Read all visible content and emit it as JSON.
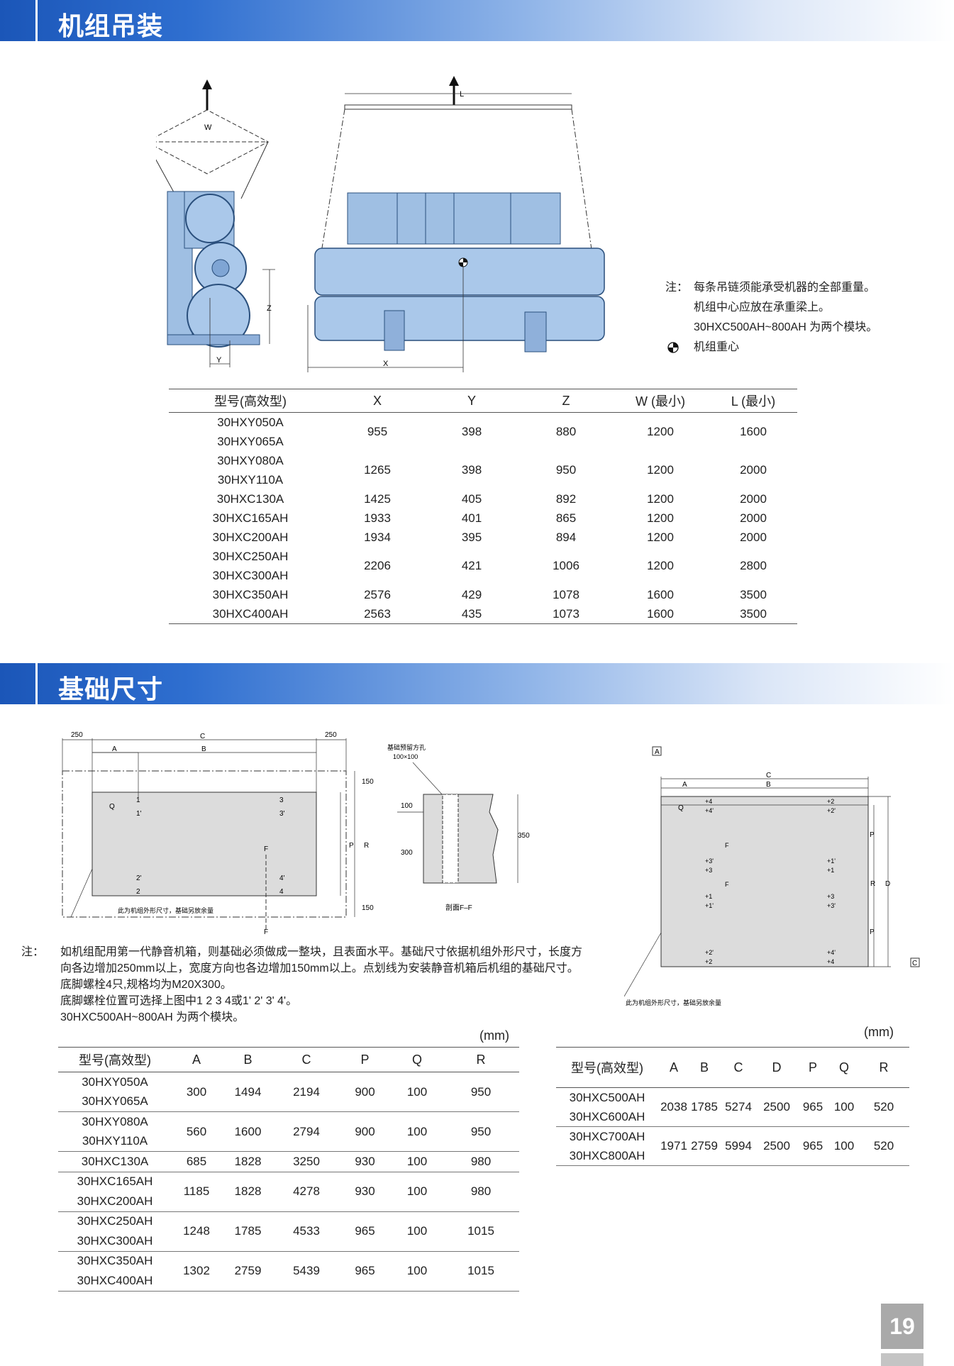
{
  "section1": {
    "title": "机组吊装"
  },
  "section2": {
    "title": "基础尺寸"
  },
  "lifting": {
    "note_label": "注：",
    "notes": [
      "每条吊链须能承受机器的全部重量。",
      "机组中心应放在承重梁上。",
      "30HXC500AH~800AH 为两个模块。"
    ],
    "cg_label": "机组重心",
    "dim_labels": {
      "w": "W",
      "l": "L",
      "x": "X",
      "y": "Y",
      "z": "Z"
    }
  },
  "lift_table": {
    "headers": [
      "型号(高效型)",
      "X",
      "Y",
      "Z",
      "W (最小)",
      "L (最小)"
    ],
    "groups": [
      {
        "models": [
          "30HXY050A",
          "30HXY065A"
        ],
        "values": [
          "955",
          "398",
          "880",
          "1200",
          "1600"
        ]
      },
      {
        "models": [
          "30HXY080A",
          "30HXY110A"
        ],
        "values": [
          "1265",
          "398",
          "950",
          "1200",
          "2000"
        ]
      },
      {
        "models": [
          "30HXC130A"
        ],
        "values": [
          "1425",
          "405",
          "892",
          "1200",
          "2000"
        ]
      },
      {
        "models": [
          "30HXC165AH"
        ],
        "values": [
          "1933",
          "401",
          "865",
          "1200",
          "2000"
        ]
      },
      {
        "models": [
          "30HXC200AH"
        ],
        "values": [
          "1934",
          "395",
          "894",
          "1200",
          "2000"
        ]
      },
      {
        "models": [
          "30HXC250AH",
          "30HXC300AH"
        ],
        "values": [
          "2206",
          "421",
          "1006",
          "1200",
          "2800"
        ]
      },
      {
        "models": [
          "30HXC350AH"
        ],
        "values": [
          "2576",
          "429",
          "1078",
          "1600",
          "3500"
        ]
      },
      {
        "models": [
          "30HXC400AH"
        ],
        "values": [
          "2563",
          "435",
          "1073",
          "1600",
          "3500"
        ]
      }
    ]
  },
  "foundation": {
    "d1": {
      "dim_250": "250",
      "dim_c": "C",
      "dim_a": "A",
      "dim_b": "B",
      "dim_150": "150",
      "p": "P",
      "r": "R",
      "q": "Q",
      "f": "F",
      "pts": [
        "1",
        "1'",
        "3",
        "3'",
        "2'",
        "2",
        "4'",
        "4"
      ],
      "caption": "此为机组外形尺寸，基础另放余量"
    },
    "d2": {
      "title1": "基础预留方孔",
      "title2": "100×100",
      "dim_100": "100",
      "dim_300": "300",
      "dim_350": "350",
      "caption": "剖面F–F"
    },
    "d3": {
      "box_a": "A",
      "box_c": "C",
      "c": "C",
      "a": "A",
      "b": "B",
      "q": "Q",
      "f": "F",
      "p": "P",
      "r": "R",
      "d": "D",
      "pts": [
        "+4",
        "+4'",
        "+2",
        "+2'",
        "+3'",
        "+3",
        "+1'",
        "+1",
        "+1",
        "+1'",
        "+3",
        "+3'",
        "+2'",
        "+2",
        "+4'",
        "+4"
      ],
      "caption": "此为机组外形尺寸，基础另放余量"
    },
    "note_label": "注：",
    "notes": [
      "如机组配用第一代静音机箱，则基础必须做成一整块，且表面水平。基础尺寸依据机组外形尺寸，长度方",
      "向各边增加250mm以上，宽度方向也各边增加150mm以上。点划线为安装静音机箱后机组的基础尺寸。",
      "底脚螺栓4只,规格均为M20X300。",
      "底脚螺栓位置可选择上图中1 2 3 4或1' 2' 3' 4'。",
      "30HXC500AH~800AH 为两个模块。"
    ]
  },
  "found_table": {
    "unit": "(mm)",
    "headers": [
      "型号(高效型)",
      "A",
      "B",
      "C",
      "P",
      "Q",
      "R"
    ],
    "groups": [
      {
        "models": [
          "30HXY050A",
          "30HXY065A"
        ],
        "values": [
          "300",
          "1494",
          "2194",
          "900",
          "100",
          "950"
        ]
      },
      {
        "models": [
          "30HXY080A",
          "30HXY110A"
        ],
        "values": [
          "560",
          "1600",
          "2794",
          "900",
          "100",
          "950"
        ]
      },
      {
        "models": [
          "30HXC130A"
        ],
        "values": [
          "685",
          "1828",
          "3250",
          "930",
          "100",
          "980"
        ]
      },
      {
        "models": [
          "30HXC165AH",
          "30HXC200AH"
        ],
        "values": [
          "1185",
          "1828",
          "4278",
          "930",
          "100",
          "980"
        ]
      },
      {
        "models": [
          "30HXC250AH",
          "30HXC300AH"
        ],
        "values": [
          "1248",
          "1785",
          "4533",
          "965",
          "100",
          "1015"
        ]
      },
      {
        "models": [
          "30HXC350AH",
          "30HXC400AH"
        ],
        "values": [
          "1302",
          "2759",
          "5439",
          "965",
          "100",
          "1015"
        ]
      }
    ]
  },
  "module_table": {
    "unit": "(mm)",
    "headers": [
      "型号(高效型)",
      "A",
      "B",
      "C",
      "D",
      "P",
      "Q",
      "R"
    ],
    "groups": [
      {
        "models": [
          "30HXC500AH",
          "30HXC600AH"
        ],
        "values": [
          "2038",
          "1785",
          "5274",
          "2500",
          "965",
          "100",
          "520"
        ]
      },
      {
        "models": [
          "30HXC700AH",
          "30HXC800AH"
        ],
        "values": [
          "1971",
          "2759",
          "5994",
          "2500",
          "965",
          "100",
          "520"
        ]
      }
    ]
  },
  "page_number": "19"
}
